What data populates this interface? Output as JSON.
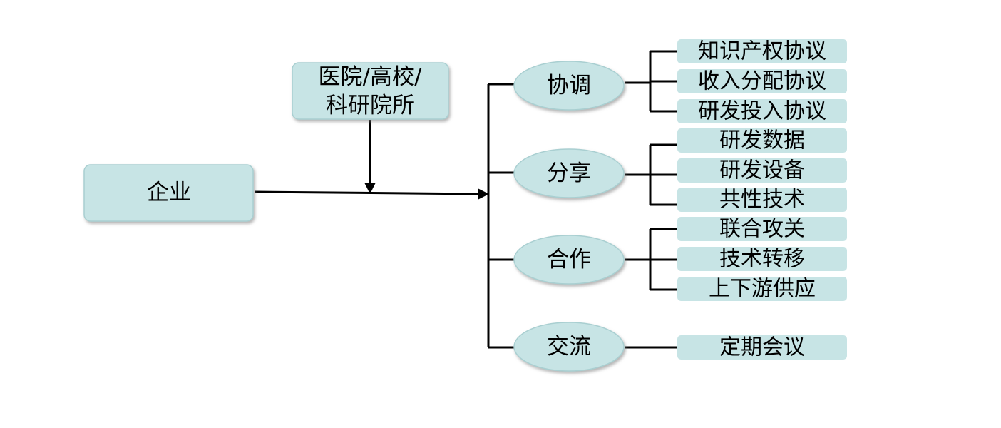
{
  "colors": {
    "fill": "#c7e4e5",
    "fill_stroke": "#a9cfd1",
    "line": "#000000"
  },
  "nodes": {
    "enterprise": "企业",
    "institution_line1": "医院/高校/",
    "institution_line2": "科研院所",
    "coordination": "协调",
    "sharing": "分享",
    "cooperation": "合作",
    "exchange": "交流"
  },
  "leaves": {
    "coordination": [
      "知识产权协议",
      "收入分配协议",
      "研发投入协议"
    ],
    "sharing": [
      "研发数据",
      "研发设备",
      "共性技术"
    ],
    "cooperation": [
      "联合攻关",
      "技术转移",
      "上下游供应"
    ],
    "exchange": [
      "定期会议"
    ]
  }
}
